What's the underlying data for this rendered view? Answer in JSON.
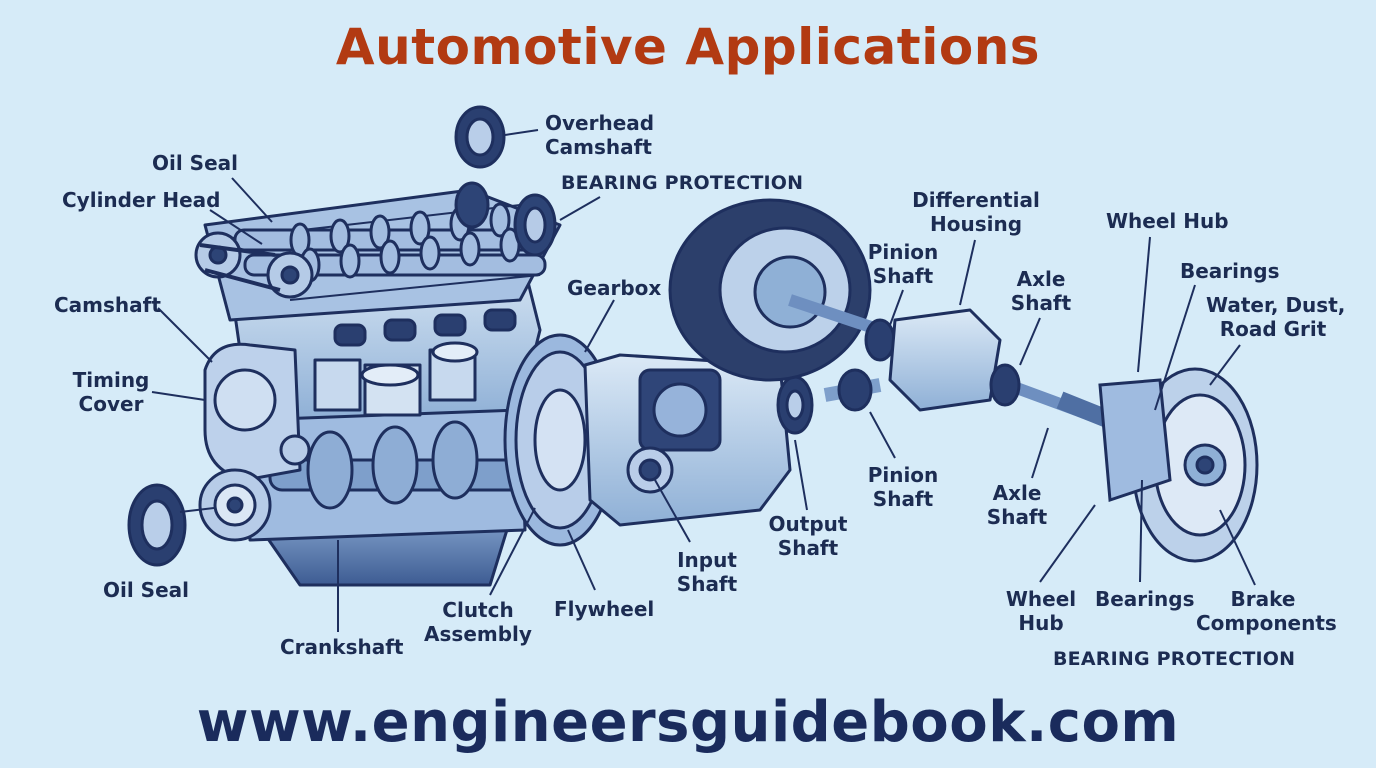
{
  "title": "Automotive Applications",
  "footer_url": "www.engineersguidebook.com",
  "labels": {
    "overhead_camshaft": [
      "Overhead",
      "Camshaft"
    ],
    "bearing_protection_top": "BEARING PROTECTION",
    "oil_seal_top": "Oil Seal",
    "cylinder_head": "Cylinder Head",
    "camshaft": "Camshaft",
    "timing_cover": [
      "Timing",
      "Cover"
    ],
    "oil_seal_bottom": "Oil Seal",
    "crankshaft": "Crankshaft",
    "clutch_assembly": [
      "Clutch",
      "Assembly"
    ],
    "flywheel": "Flywheel",
    "gearbox": "Gearbox",
    "input_shaft": [
      "Input",
      "Shaft"
    ],
    "output_shaft": [
      "Output",
      "Shaft"
    ],
    "differential_housing": [
      "Differential",
      "Housing"
    ],
    "pinion_shaft_top": [
      "Pinion",
      "Shaft"
    ],
    "pinion_shaft_bottom": [
      "Pinion",
      "Shaft"
    ],
    "axle_shaft_top": [
      "Axle",
      "Shaft"
    ],
    "axle_shaft_bottom": [
      "Axle",
      "Shaft"
    ],
    "wheel_hub_top": "Wheel Hub",
    "bearings_top": "Bearings",
    "water_dust_grit": [
      "Water, Dust,",
      "Road Grit"
    ],
    "wheel_hub_bottom": [
      "Wheel",
      "Hub"
    ],
    "bearings_bottom": "Bearings",
    "brake_components": [
      "Brake",
      "Components"
    ],
    "bearing_protection_bottom": "BEARING PROTECTION"
  },
  "colors": {
    "background": "#d6ebf8",
    "title": "#b23a12",
    "label": "#1c2c52",
    "outline": "#1e2f5e",
    "metal_light": "#bcd3ea",
    "metal_mid": "#8fb0d6",
    "metal_dark": "#4f6fa3"
  }
}
